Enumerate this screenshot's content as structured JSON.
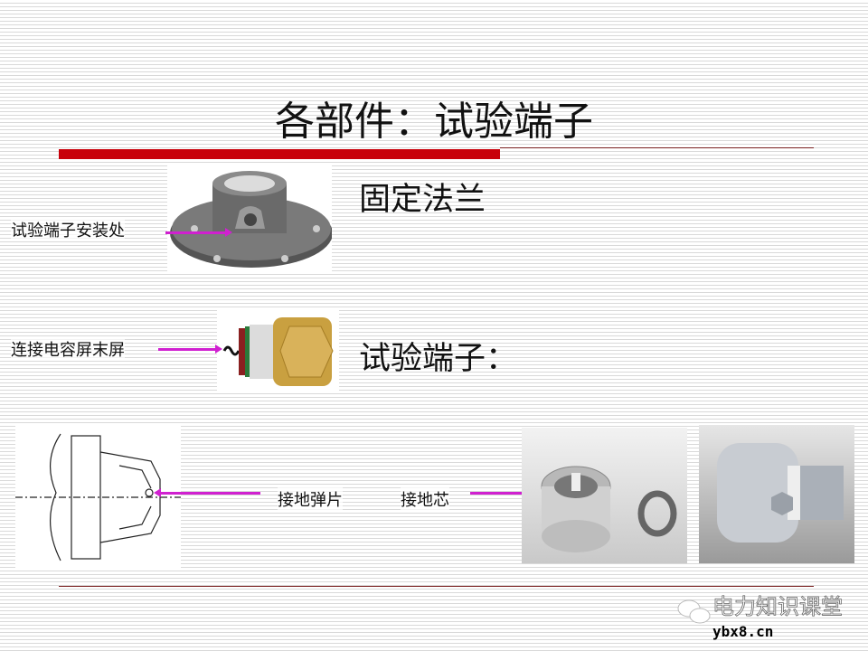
{
  "title": "各部件：试验端子",
  "sections": {
    "flange_label": "固定法兰",
    "terminal_label": "试验端子："
  },
  "callouts": {
    "install_location": "试验端子安装处",
    "connect_screen": "连接电容屏末屏",
    "ground_spring": "接地弹片",
    "ground_core": "接地芯"
  },
  "watermark": {
    "name": "电力知识课堂",
    "site": "ybx8.cn"
  },
  "colors": {
    "accent_bar": "#c8000a",
    "arrow": "#d020d0"
  }
}
